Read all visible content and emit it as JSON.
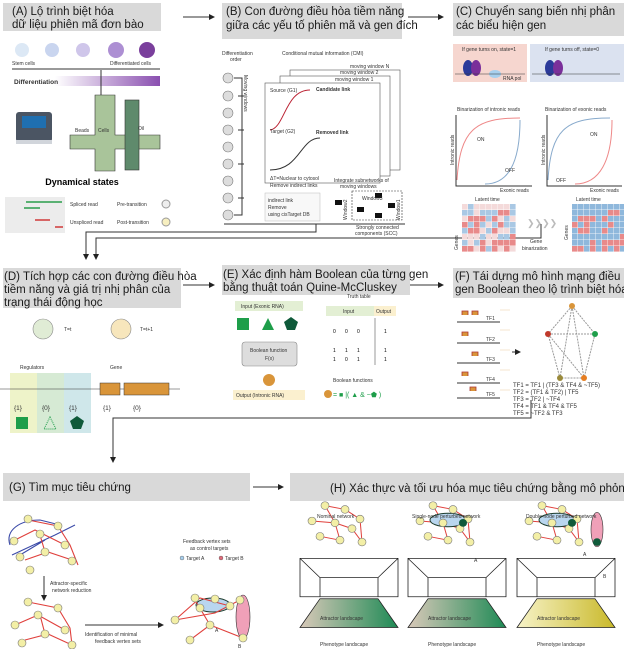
{
  "panels": {
    "A": {
      "title": [
        "(A) Lộ trình biệt hóa",
        "dữ liệu phiên mã đơn bào"
      ],
      "stem_cells": "Stem cells",
      "differentiated_cells": "Differentiated cells",
      "differentiation": "Differentiation",
      "beads": "Beads",
      "cells": "Cells",
      "oil": "Oil",
      "dynamical_states": "Dynamical states",
      "spliced_read": "Spliced read",
      "pre_transition": "Pre-transition",
      "unspliced_read": "Unspliced read",
      "post_transition": "Post-transition"
    },
    "B": {
      "title": [
        "(B) Con đường điều hòa tiềm năng",
        "giữa các yếu tố phiên mã và gen đích"
      ],
      "differentiation_order": [
        "Differentiation",
        "order"
      ],
      "moving_windows": "Moving windows",
      "cmi": "Conditional mutual information (CMI)",
      "window_n": "moving window N",
      "window_2": "moving window 2",
      "window_1": "moving window 1",
      "source": "Source (G1)",
      "target": "Target (G2)",
      "candidate_link": "Candidate link",
      "removed_link": "Removed link",
      "delta_t": "ΔT=Nuclear to cytosol",
      "remove_indirect": "Remove indirect links",
      "integrate": [
        "Integrate subnetworks of",
        "moving windows"
      ],
      "indirect_link": "indirect link",
      "remove": "Remove",
      "using_cistarget": "using cisTarget DB",
      "window1": "Window1",
      "window2": "Window2",
      "window3": "Window3",
      "scc": [
        "Strongly connected",
        "components (SCC)"
      ]
    },
    "C": {
      "title": [
        "(C) Chuyển sang biến nhị phân",
        "các biểu hiện gen"
      ],
      "on_state": "If gene turns on, state=1",
      "off_state": "If gene turns off, state=0",
      "rna_pol": "RNA pol",
      "bin_intronic": "Binarization of intronic reads",
      "bin_exonic": "Binarization of exonic reads",
      "intronic_reads": "Intronic reads",
      "exonic_reads": "Exonic reads",
      "on": "ON",
      "off": "OFF",
      "latent_time": "Latent time",
      "genes": "Genes",
      "gene_binarization": [
        "Gene",
        "binarization"
      ]
    },
    "D": {
      "title": [
        "(D) Tích hợp các con đường điều hòa",
        "tiềm năng và giá trị nhị phân của",
        "trạng thái động học"
      ],
      "t_now": "T=t",
      "t_next": "T=t+1",
      "regulators": "Regulators",
      "gene": "Gene",
      "reg_values": [
        "{1}",
        "{0}",
        "{1}"
      ],
      "gene_values": [
        "{1}",
        "{0}"
      ]
    },
    "E": {
      "title": [
        "(E) Xác định hàm Boolean của từng gen",
        "bằng thuật toán Quine-McCluskey"
      ],
      "input": "Input (Exonic RNA)",
      "boolean_function": [
        "Boolean function",
        "F(x)"
      ],
      "output": "Output (Intronic RNA)",
      "truth_table": "Truth table",
      "tt_input": "Input",
      "tt_output": "Output",
      "tt_rows": [
        [
          "0",
          "0",
          "0",
          "1"
        ],
        [
          "1",
          "1",
          "1",
          "1"
        ],
        [
          "1",
          "0",
          "1",
          "1"
        ]
      ],
      "boolean_functions": "Boolean functions",
      "formula": "= ■ |( ▲ & ~⬟ )"
    },
    "F": {
      "title": [
        "(F) Tái dựng mô hình mạng điều hòa",
        "gen Boolean theo lộ trình biệt hóa"
      ],
      "tfs": [
        "TF1",
        "TF2",
        "TF3",
        "TF4",
        "TF5"
      ],
      "rules": [
        "TF1 = TF1 | (TF3 & TF4 & ~TF5)",
        "TF2 = (TF1 & TF2) | TF5",
        "TF3 = TF2 | ~TF4",
        "TF4 = TF1 & TF4 & TF5",
        "TF5 = ~TF2 & TF3"
      ]
    },
    "G": {
      "title": "(G) Tìm mục tiêu chứng",
      "reduction": [
        "Attractor-specific",
        "network reduction"
      ],
      "identification": [
        "Identification of minimal",
        "feedback vertex sets"
      ],
      "fvs": [
        "Feedback vertex sets",
        "as control targets"
      ],
      "target_a": "Target A",
      "target_b": "Target B",
      "label_a": "A",
      "label_b": "B"
    },
    "H": {
      "title": "(H) Xác thực và tối ưu hóa mục tiêu chứng bằng mô phỏng",
      "networks": [
        "Nominal network",
        "Single-node perturbed network",
        "Double-node perturbed network"
      ],
      "attractor": "Attractor landscape",
      "phenotype": "Phenotype landscape",
      "label_a": "A",
      "label_b": "B"
    }
  },
  "colors": {
    "header": "#d9d9d9",
    "green": "#1e9e4a",
    "dark_green": "#0f5a3a",
    "orange": "#d9953a",
    "red_link": "#e0403c",
    "blue_link": "#3b4aa8",
    "node": "#f3efa6"
  }
}
